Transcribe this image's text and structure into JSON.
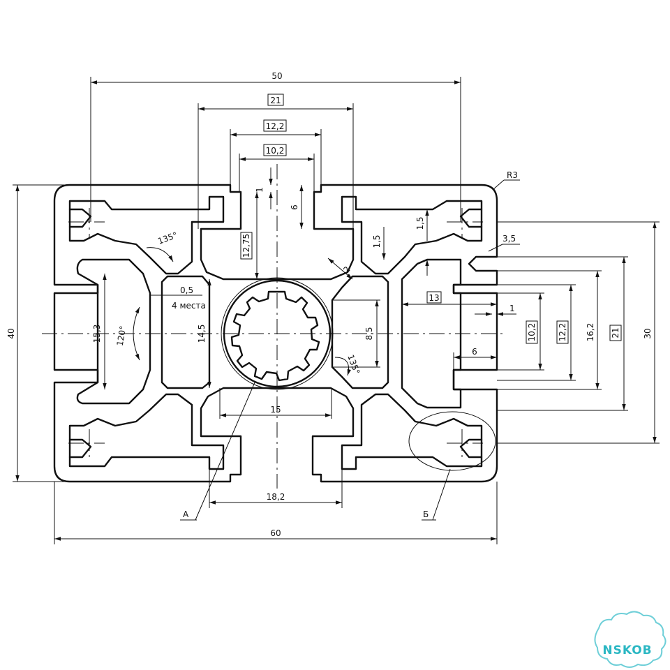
{
  "dimensions": {
    "overall_width": "60",
    "top_width": "50",
    "upper_slot": "21",
    "slot_outer": "12,2",
    "slot_inner": "10,2",
    "slot_lip": "1",
    "slot_depth": "6",
    "core_height": "12,75",
    "chamfer": "2",
    "radius": "R3",
    "lip_thickness_a": "1,5",
    "lip_thickness_b": "1,5",
    "lip_gap": "3,5",
    "offset_13": "13",
    "offset_1": "1",
    "wall": "0,5",
    "wall_note": "4 места",
    "height_15_3": "15,3",
    "height_14_5": "14,5",
    "height_8_5": "8,5",
    "angle_120": "120°",
    "angle_135_a": "135°",
    "angle_135_b": "135°",
    "bore_width": "15",
    "bottom_slot": "18,2",
    "right_slot_depth": "6",
    "right_10_2": "10,2",
    "right_12_2": "12,2",
    "right_16_2": "16,2",
    "right_21": "21",
    "right_30": "30",
    "overall_height": "40",
    "detail_a": "А",
    "detail_b": "Б"
  },
  "logo": {
    "text": "NSKOB",
    "color": "#2ab7c3"
  }
}
